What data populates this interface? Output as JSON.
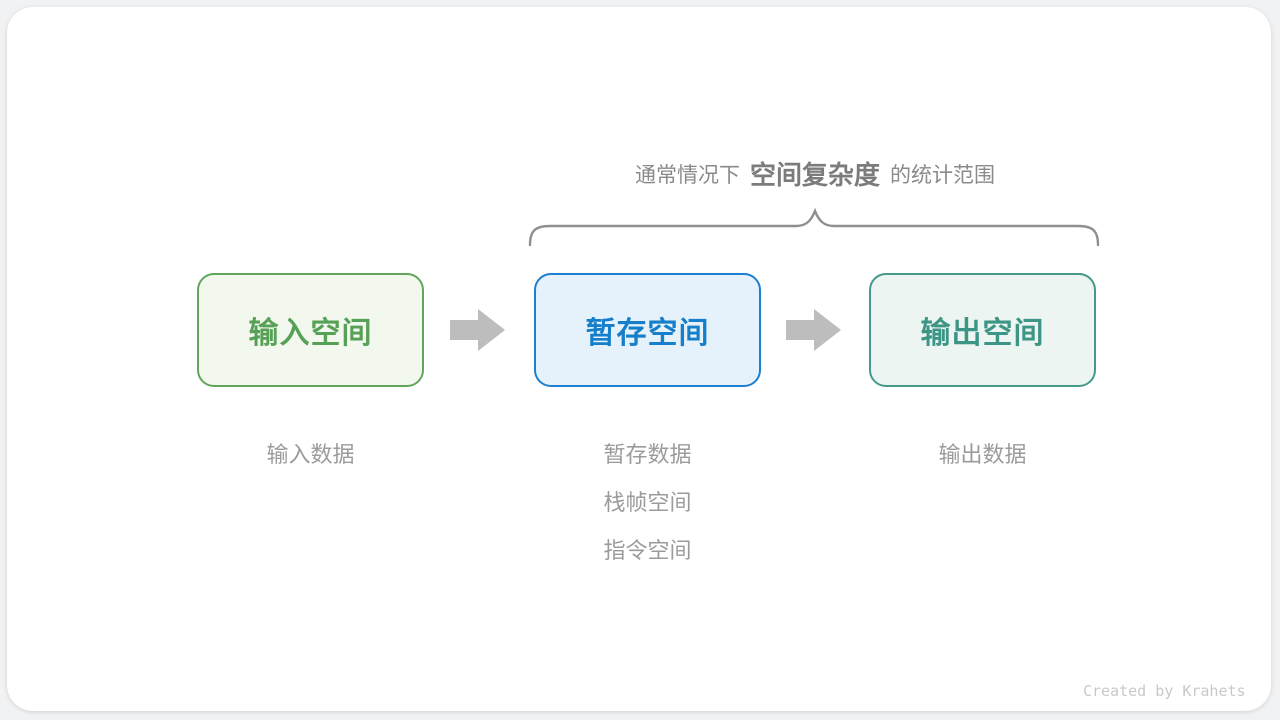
{
  "page": {
    "background_color": "#f1f2f3",
    "card_color": "#ffffff"
  },
  "caption": {
    "prefix": "通常情况下",
    "highlight": "空间复杂度",
    "suffix": "的统计范围",
    "text_color": "#8a8a8a",
    "highlight_color": "#7c7c7c"
  },
  "brace": {
    "color": "#8f8f8f"
  },
  "boxes": [
    {
      "label": "输入空间",
      "text_color": "#57a157",
      "border_color": "#62a65c",
      "background": "#f2f8ee",
      "sublabels": [
        "输入数据"
      ]
    },
    {
      "label": "暂存空间",
      "text_color": "#167fc9",
      "border_color": "#1c7fd0",
      "background": "#e6f2fb",
      "sublabels": [
        "暂存数据",
        "栈帧空间",
        "指令空间"
      ]
    },
    {
      "label": "输出空间",
      "text_color": "#3d9586",
      "border_color": "#44998b",
      "background": "#ecf5f1",
      "sublabels": [
        "输出数据"
      ]
    }
  ],
  "arrows": {
    "color": "#bdbdbd"
  },
  "footer": {
    "credit": "Created by Krahets",
    "color": "#c9c9c9"
  }
}
